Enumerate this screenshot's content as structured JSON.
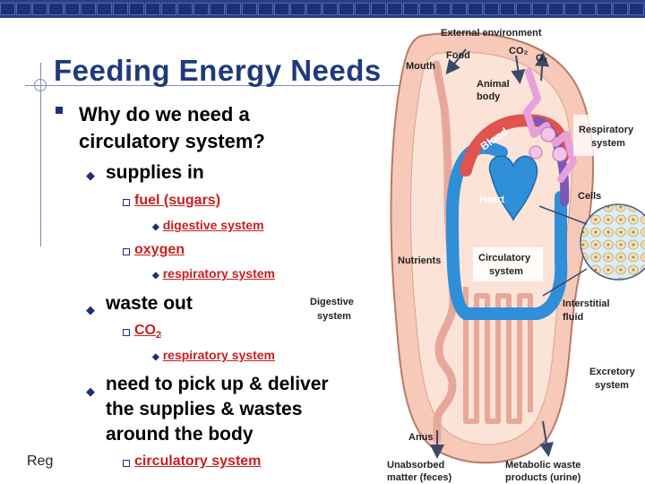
{
  "slide": {
    "title": "Feeding Energy Needs",
    "footer": "Reg",
    "q1": "Why do we need a",
    "q2": "circulatory system?",
    "supplies_in": "supplies in",
    "fuel": "fuel (sugars)",
    "digestive": "digestive system",
    "oxygen": "oxygen",
    "respiratory1": "respiratory system",
    "waste_out": "waste out",
    "co2_main": "CO",
    "co2_sub": "2",
    "respiratory2": "respiratory system",
    "need1": "need to pick up & deliver",
    "need2": "the supplies & wastes",
    "need3": "around the body",
    "circulatory": "circulatory system"
  },
  "diagram": {
    "external_environment": "External environment",
    "food": "Food",
    "co2": "CO₂",
    "o2": "O₂",
    "mouth": "Mouth",
    "animal_body_1": "Animal",
    "animal_body_2": "body",
    "respiratory_1": "Respiratory",
    "respiratory_2": "system",
    "blood": "Blood",
    "heart": "Heart",
    "cells": "Cells",
    "nutrients": "Nutrients",
    "circulatory_1": "Circulatory",
    "circulatory_2": "system",
    "digestive_1": "Digestive",
    "digestive_2": "system",
    "interstitial_1": "Interstitial",
    "interstitial_2": "fluid",
    "excretory_1": "Excretory",
    "excretory_2": "system",
    "anus": "Anus",
    "unabsorbed_1": "Unabsorbed",
    "unabsorbed_2": "matter (feces)",
    "metabolic_1": "Metabolic waste",
    "metabolic_2": "products (urine)"
  },
  "colors": {
    "title": "#1e3a7a",
    "link_red": "#c81e1e",
    "bullet_blue": "#1f2f7c",
    "blood_blue": "#2f8fd8",
    "body_pink": "#f6c9b8"
  }
}
